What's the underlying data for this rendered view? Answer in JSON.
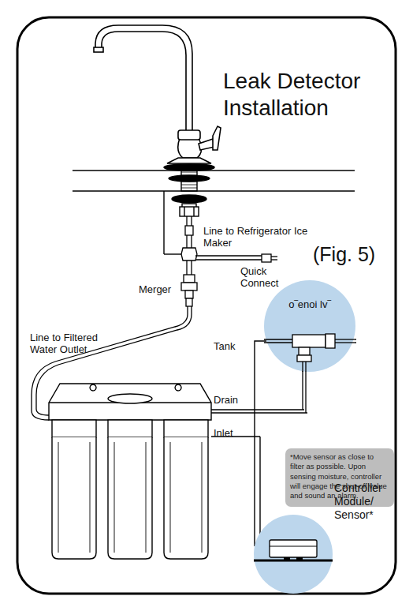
{
  "diagram": {
    "title": "Leak Detector Installation",
    "nodes": [
      {
        "text": [
          "o‾enoi lv‾"
        ]
      },
      {
        "text": [
          "*Move sensor as close to filter as possible. Upon sensing moisture, controller will engage the shut-off value and sound an alarm."
        ]
      },
      {
        "text": [
          "Controller Module/ Sensor*"
        ]
      }
    ],
    "edges": [
      {
        "from": 2,
        "to": 0,
        "arrow": "none"
      }
    ],
    "labels": [
      "(Fig. 5)",
      "Line to Refrigerator Ice Maker",
      "Quick Connect",
      "Merger",
      "Line to Filtered Water Outlet",
      "Tank",
      "Drain",
      "Inlet"
    ]
  }
}
